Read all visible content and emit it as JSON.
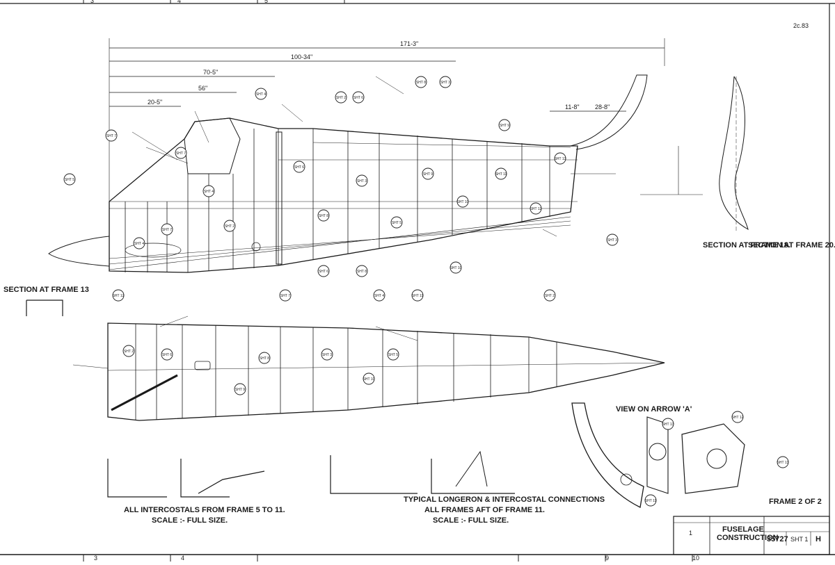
{
  "sheet": {
    "corner_ref": "2c.83",
    "border_numbers_top": [
      "3",
      "4",
      "5"
    ],
    "border_numbers_bottom": [
      "3",
      "4",
      "9",
      "10"
    ],
    "frame_ref": "FRAME 2 OF 2"
  },
  "dimensions": {
    "overall": "171-3\"",
    "upper": "100-34\"",
    "middle": "70-5\"",
    "lower": "56\"",
    "small": "20-5\"",
    "tail_left": "11-8\"",
    "tail_right": "28-8\""
  },
  "section_labels": {
    "section_18": "SECTION AT FRAME 18.",
    "section_20": "SECTION AT FRAME 20.",
    "section_13": "SECTION AT FRAME 13"
  },
  "views": {
    "arrow_a": "VIEW ON ARROW 'A'"
  },
  "captions": {
    "intercostals_title": "ALL INTERCOSTALS FROM FRAME 5 TO 11.",
    "intercostals_scale": "SCALE :- FULL SIZE.",
    "longeron_title": "TYPICAL LONGERON & INTERCOSTAL CONNECTIONS",
    "longeron_sub": "ALL FRAMES AFT OF FRAME 11.",
    "longeron_scale": "SCALE :- FULL SIZE."
  },
  "title_block": {
    "title_line1": "FUSELAGE",
    "title_line2": "CONSTRUCTION",
    "drawing_no": "35727",
    "sheet": "SHT 1",
    "issue": "H",
    "qty": "1"
  },
  "callouts": [
    "SHT 7",
    "SHT 4",
    "SHT 2",
    "SHT 6",
    "SHT 8",
    "SHT 3",
    "SHT 5",
    "SHT 9",
    "SHT 10",
    "SHT 11",
    "SHT 12",
    "SHT 13"
  ],
  "colors": {
    "ink": "#1a1a1a",
    "paper": "#ffffff"
  }
}
